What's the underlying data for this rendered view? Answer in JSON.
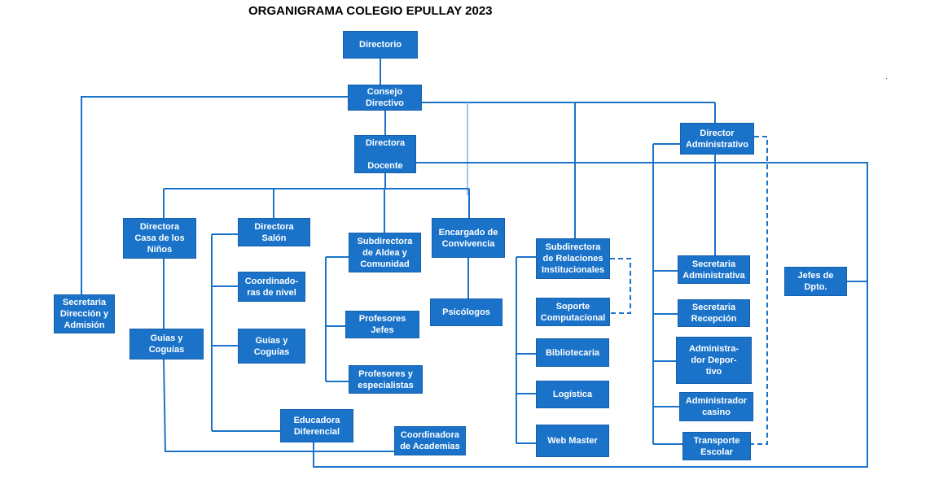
{
  "title": "ORGANIGRAMA COLEGIO EPULLAY 2023",
  "colors": {
    "box": "#1a73c9",
    "line": "#1a73c9",
    "text": "#ffffff"
  },
  "nodes": {
    "directorio": "Directorio",
    "consejo": "Consejo\nDirectivo",
    "directora_docente": "Directora\n\nDocente",
    "director_admin": "Director\nAdministrativo",
    "dir_casa_ninos": "Directora\nCasa de los\nNiños",
    "dir_salon": "Directora\nSalón",
    "subdir_aldea": "Subdirectora\nde Aldea y\nComunidad",
    "convivencia": "Encargado de\nConvivencia",
    "subdir_relaciones": "Subdirectora\nde Relaciones\nInstitucionales",
    "secretaria_direccion": "Secretaria\nDirección y\nAdmisión",
    "guias_casa": "Guías y\nCoguías",
    "coordinadoras_nivel": "Coordinado-\nras de nivel",
    "guias_salon": "Guías y\nCoguías",
    "profesores_jefes": "Profesores\nJefes",
    "profesores_especialistas": "Profesores y\nespecialistas",
    "psicologos": "Psicólogos",
    "educadora_diferencial": "Educadora\nDiferencial",
    "coordinadora_academias": "Coordinadora\nde Academias",
    "soporte": "Soporte\nComputacional",
    "bibliotecaria": "Bibliotecaria",
    "logistica": "Logística",
    "web_master": "Web Master",
    "secretaria_admin": "Secretaria\nAdministrativa",
    "secretaria_recepcion": "Secretaria\nRecepción",
    "admin_deportivo": "Administra-\ndor  Depor-\ntivo",
    "admin_casino": "Administrador\ncasino",
    "transporte": "Transporte\nEscolar",
    "jefes_dpto": "Jefes de\nDpto."
  }
}
